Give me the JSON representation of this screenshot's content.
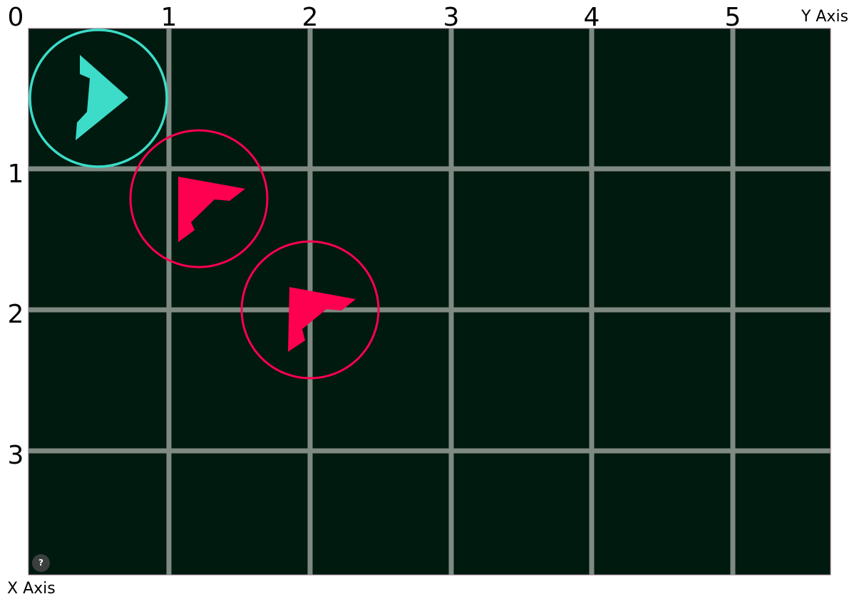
{
  "colors": {
    "board_background": "#001a10",
    "grid_line": "#7f8a82",
    "player": "#3cdcc8",
    "enemy": "#ff0050"
  },
  "axes": {
    "y_axis_title": "Y Axis",
    "x_axis_title": "X Axis",
    "top_labels": [
      "0",
      "1",
      "2",
      "3",
      "4",
      "5"
    ],
    "left_labels": [
      "1",
      "2",
      "3"
    ]
  },
  "help_button": {
    "label": "?"
  },
  "units": [
    {
      "id": "player-ship",
      "side": "player",
      "row": 0.5,
      "col": 0.5,
      "heading": "right"
    },
    {
      "id": "enemy-ship-1",
      "side": "enemy",
      "row": 1.2,
      "col": 1.2,
      "heading": "up-left"
    },
    {
      "id": "enemy-ship-2",
      "side": "enemy",
      "row": 2.0,
      "col": 2.0,
      "heading": "up-left"
    }
  ]
}
